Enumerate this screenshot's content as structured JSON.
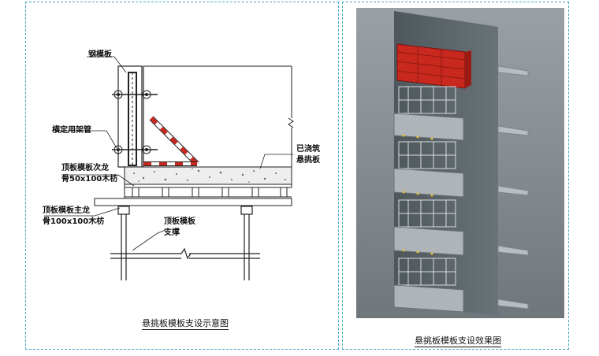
{
  "left_panel": {
    "labels": {
      "steel_form": "钢模板",
      "fix_pipe": "横定用架管",
      "cast_slab_1": "已浇筑",
      "cast_slab_2": "悬挑板",
      "secondary_joist_1": "顶板模板次龙",
      "secondary_joist_2": "骨50x100木枋",
      "main_joist_1": "顶板模板主龙",
      "main_joist_2": "骨100x100木枋",
      "support_1": "顶板模板",
      "support_2": "支撑"
    },
    "caption": "悬挑板模板支设示意图"
  },
  "right_panel": {
    "caption": "悬挑板模板支设效果图"
  },
  "colors": {
    "border": "#4aa6c6",
    "form_red": "#c8281e",
    "wall": "#5f6a70",
    "background_3d": "#8a9196"
  }
}
